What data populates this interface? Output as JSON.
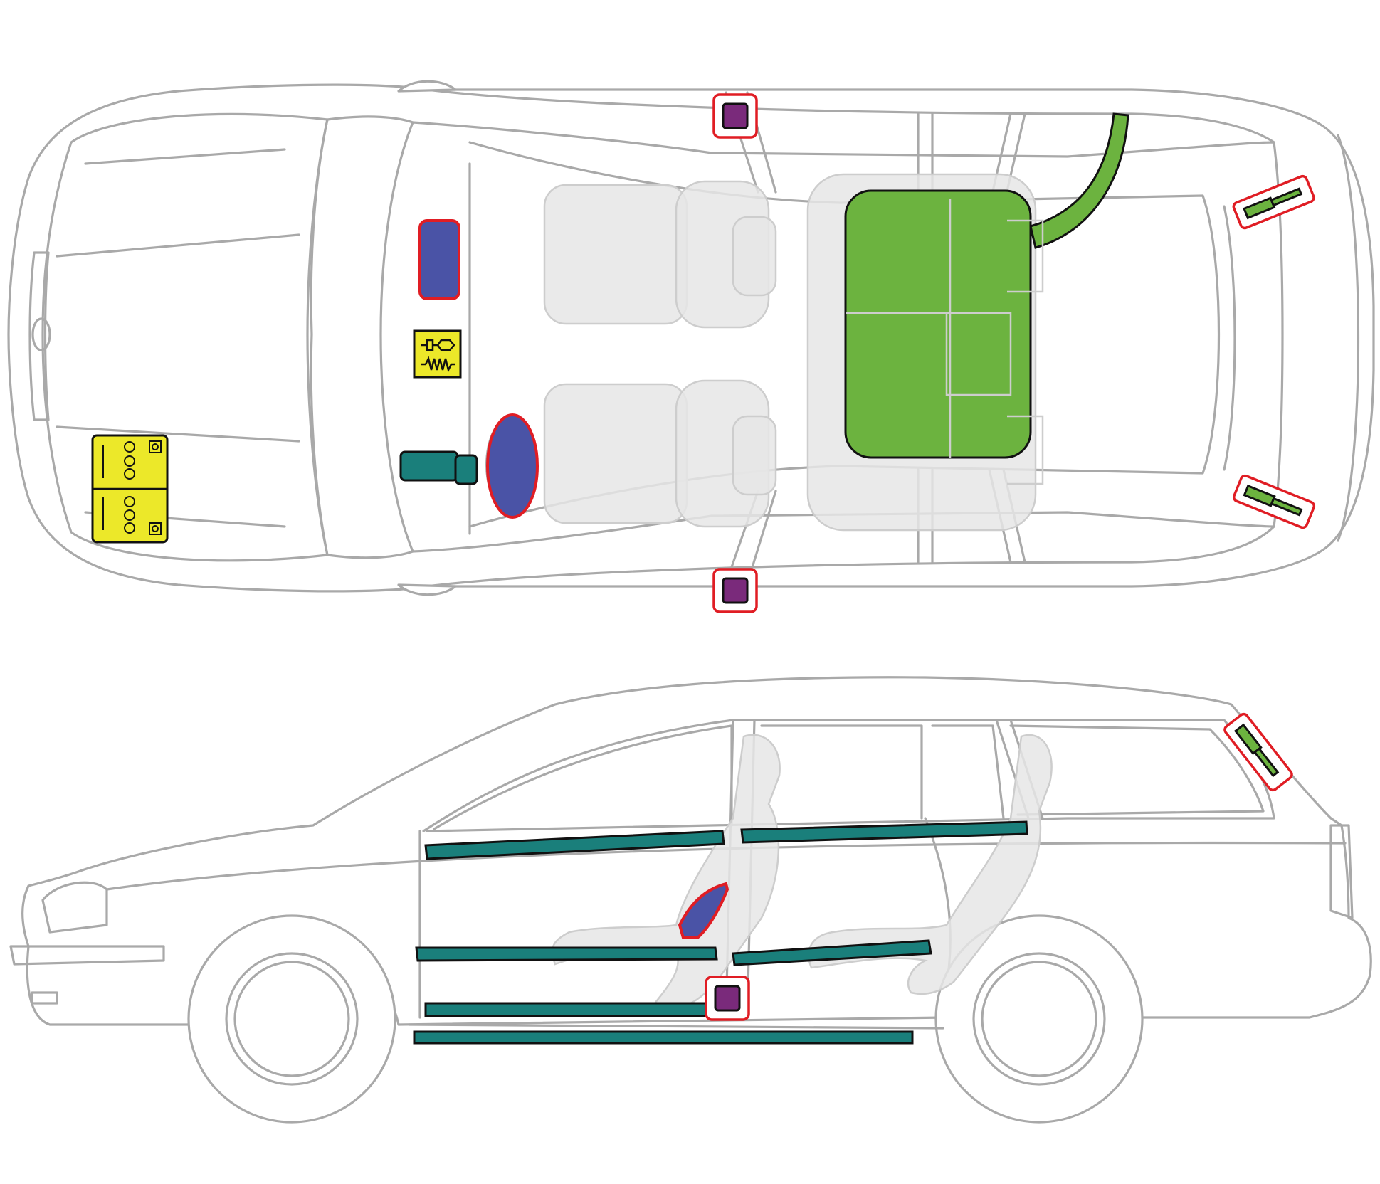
{
  "colors": {
    "airbag": "#4a53a6",
    "airbag_outline": "#e01d24",
    "seatbelt_pretensioner": "#7a2a7b",
    "gas_strut": "#6cb33f",
    "fuel_tank": "#6cb33f",
    "reinforcement": "#1a7f7b",
    "battery": "#ece829",
    "control_unit": "#ece829",
    "warning_frame": "#e01d24",
    "body_outline": "#a9a9a9",
    "seat_ghost": "#e6e6e6"
  },
  "views": [
    {
      "name": "top-view",
      "components": [
        "frontal-airbag-driver",
        "frontal-airbag-passenger",
        "airbag-control-unit",
        "battery",
        "fuel-tank",
        "seatbelt-pretensioner-left",
        "seatbelt-pretensioner-right",
        "tailgate-gas-strut-left",
        "tailgate-gas-strut-right",
        "steering-column"
      ]
    },
    {
      "name": "side-view",
      "components": [
        "door-reinforcement-bars",
        "sill-reinforcement",
        "side-airbag",
        "seatbelt-pretensioner",
        "tailgate-gas-strut"
      ]
    }
  ],
  "icons": [
    "battery-icon",
    "control-unit-icon",
    "airbag-icon",
    "pretensioner-icon",
    "gas-strut-icon",
    "fuel-tank-icon",
    "reinforcement-icon"
  ]
}
